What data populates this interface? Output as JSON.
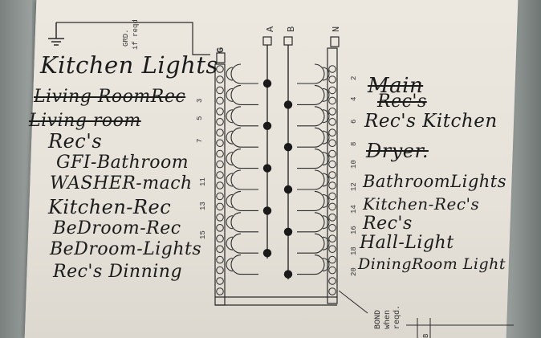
{
  "printed": {
    "ground_note_line1": "GRD.",
    "ground_note_line2": "if reqd",
    "ground_letter": "G",
    "bus_a": "A",
    "bus_b": "B",
    "neutral_letter": "N",
    "bond_note": [
      "BOND",
      "when",
      "reqd."
    ],
    "left_numbers": [
      "3",
      "5",
      "7",
      "11",
      "13",
      "15"
    ],
    "right_numbers": [
      "2",
      "4",
      "6",
      "8",
      "10",
      "12",
      "14",
      "16",
      "18",
      "20"
    ],
    "corner_letter": "B"
  },
  "left_labels": [
    "Kitchen Lights",
    "Living RoomRec",
    "Living room",
    "Rec's",
    "GFI-Bathroom",
    "WASHER-mach",
    "Kitchen-Rec",
    "BeDroom-Rec",
    "BeDroom-Lights",
    "Rec's Dinning"
  ],
  "right_labels": [
    "Main",
    "Rec's",
    "Rec's Kitchen",
    "Dryer.",
    "BathroomLights",
    "Kitchen-Rec's",
    "Rec's",
    "Hall-Light",
    "DiningRoom Light"
  ]
}
